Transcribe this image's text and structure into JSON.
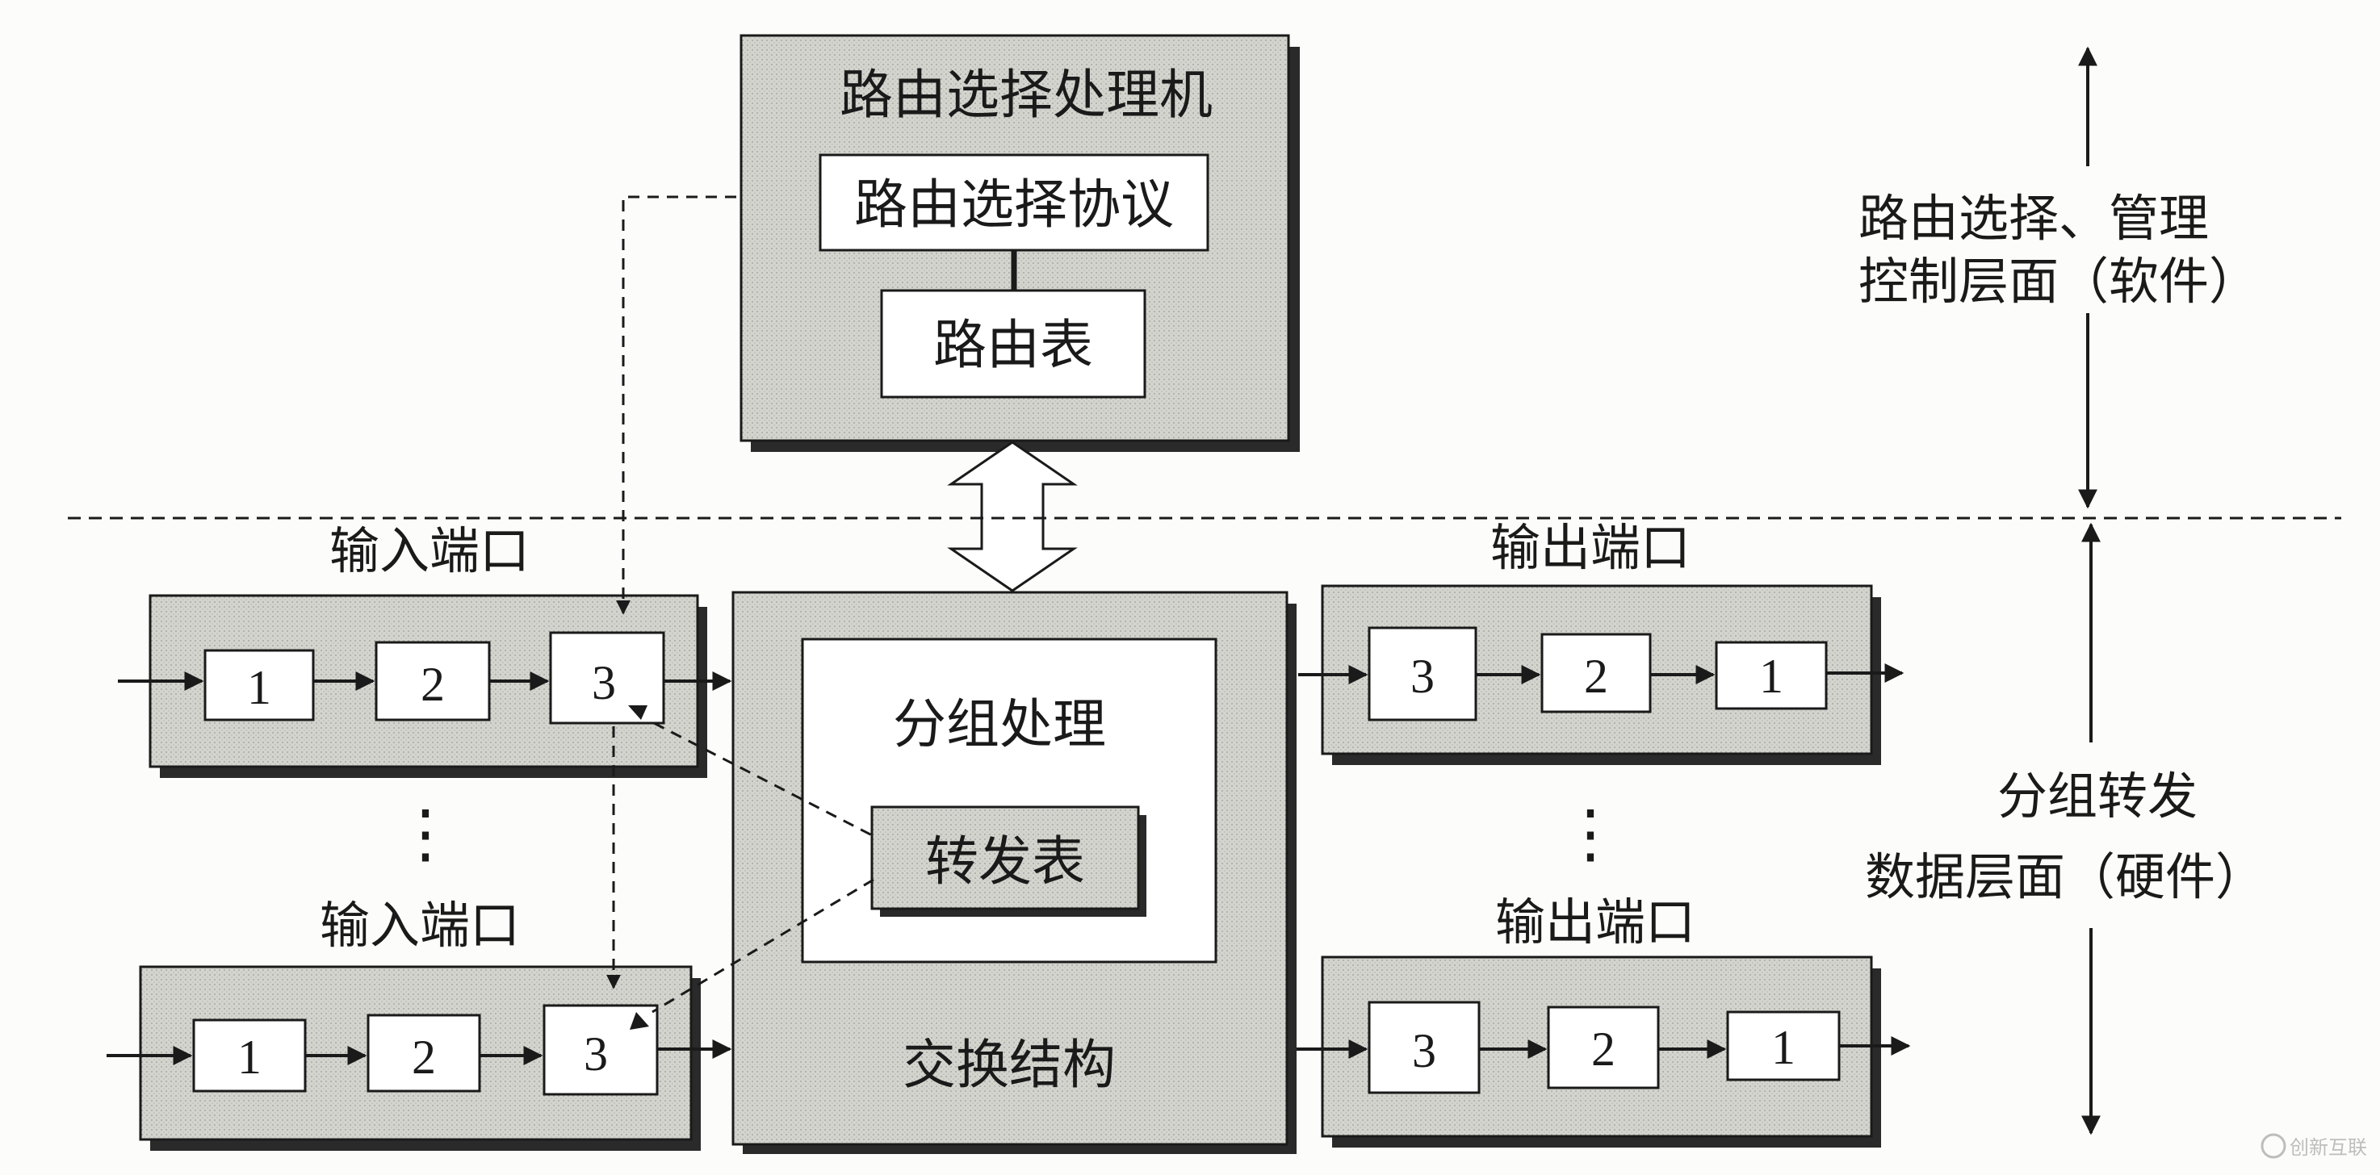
{
  "routing_processor": {
    "title": "路由选择处理机",
    "protocol": "路由选择协议",
    "routing_table": "路由表"
  },
  "switch_fabric": {
    "title": "交换结构",
    "packet_processing": "分组处理",
    "forwarding_table": "转发表"
  },
  "input_ports": {
    "label_top": "输入端口",
    "label_bottom": "输入端口",
    "queue": [
      "1",
      "2",
      "3"
    ]
  },
  "output_ports": {
    "label_top": "输出端口",
    "label_bottom": "输出端口",
    "queue": [
      "3",
      "2",
      "1"
    ]
  },
  "ellipsis": "⋮",
  "control_plane": {
    "line1": "路由选择、管理",
    "line2": "控制层面（软件）"
  },
  "data_plane": {
    "line1": "分组转发",
    "line2": "数据层面（硬件）"
  },
  "watermark": "创新互联",
  "colors": {
    "shaded_fill": "#d2d2cd",
    "line": "#1a1a1a",
    "background": "#fcfcfa"
  }
}
